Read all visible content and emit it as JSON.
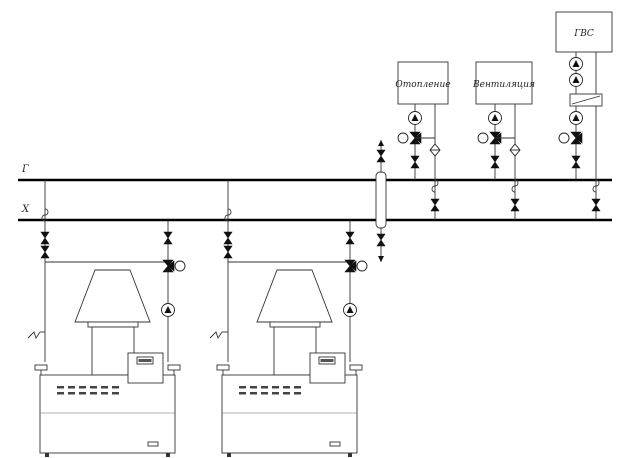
{
  "lines": {
    "supply_label": "Г",
    "return_label": "Х"
  },
  "consumers": [
    {
      "label": "Отопление"
    },
    {
      "label": "Вентиляция"
    },
    {
      "label": "ГВС"
    }
  ]
}
